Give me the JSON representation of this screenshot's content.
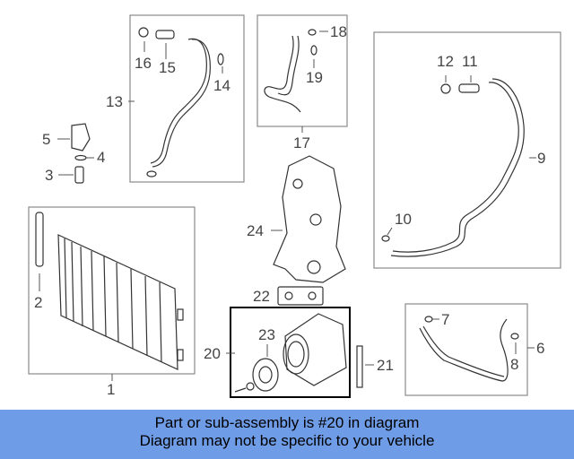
{
  "callouts": {
    "c1": "1",
    "c2": "2",
    "c3": "3",
    "c4": "4",
    "c5": "5",
    "c6": "6",
    "c7": "7",
    "c8": "8",
    "c9": "9",
    "c10": "10",
    "c11": "11",
    "c12": "12",
    "c13": "13",
    "c14": "14",
    "c15": "15",
    "c16": "16",
    "c17": "17",
    "c18": "18",
    "c19": "19",
    "c20": "20",
    "c21": "21",
    "c22": "22",
    "c23": "23",
    "c24": "24"
  },
  "banner": {
    "line1": "Part or sub-assembly is #20 in diagram",
    "line2": "Diagram may not be specific to your vehicle"
  },
  "colors": {
    "banner_bg": "#6f9ce6",
    "highlight_box": "#000000",
    "box": "#8a8a8a"
  }
}
